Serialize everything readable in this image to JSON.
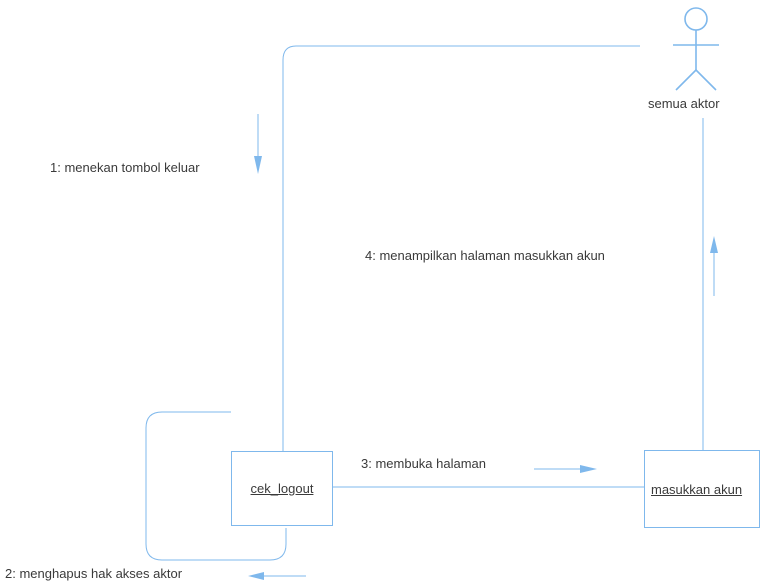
{
  "colors": {
    "line": "#7fb8ec",
    "text": "#3a3a3a",
    "background": "#ffffff"
  },
  "actor": {
    "name": "semua aktor"
  },
  "objects": {
    "cek_logout": "cek_logout",
    "masukkan_akun": "masukkan akun"
  },
  "messages": {
    "m1": "1: menekan tombol keluar",
    "m2": "2: menghapus hak akses aktor",
    "m3": "3: membuka halaman",
    "m4": "4: menampilkan halaman masukkan akun"
  }
}
